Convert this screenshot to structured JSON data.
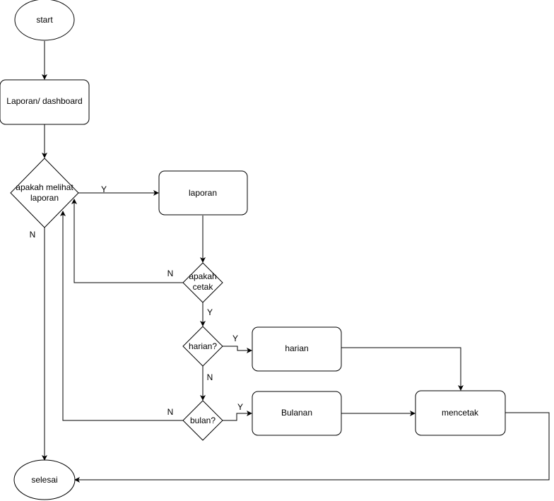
{
  "diagram": {
    "nodes": {
      "start": {
        "label": "start"
      },
      "dashboard": {
        "label": "Laporan/ dashboard"
      },
      "melihat": {
        "label_line1": "apakah melihat",
        "label_line2": "laporan"
      },
      "laporan": {
        "label": "laporan"
      },
      "cetak": {
        "label_line1": "apakah",
        "label_line2": "cetak"
      },
      "harian_q": {
        "label": "harian?"
      },
      "harian": {
        "label": "harian"
      },
      "bulan_q": {
        "label": "bulan?"
      },
      "bulanan": {
        "label": "Bulanan"
      },
      "mencetak": {
        "label": "mencetak"
      },
      "selesai": {
        "label": "selesai"
      }
    },
    "edge_labels": {
      "melihat_yes": "Y",
      "melihat_no": "N",
      "cetak_no": "N",
      "cetak_yes": "Y",
      "harian_yes": "Y",
      "harian_no": "N",
      "bulan_no": "N",
      "bulan_yes": "Y"
    }
  }
}
